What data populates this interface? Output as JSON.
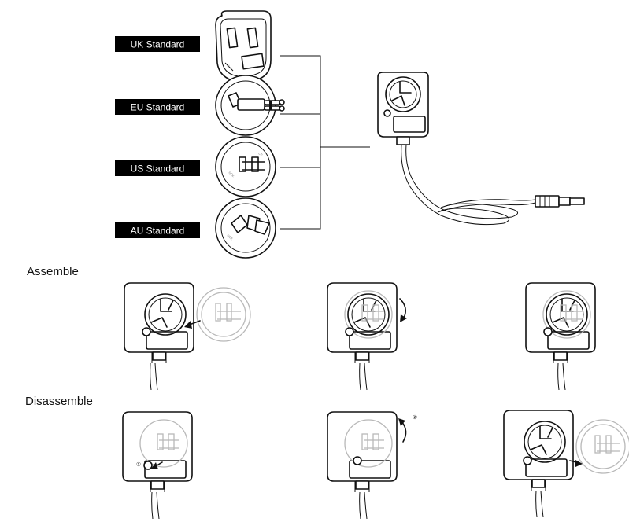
{
  "plugs": {
    "uk": {
      "label": "UK Standard",
      "accent": "#000000"
    },
    "eu": {
      "label": "EU Standard",
      "accent": "#000000"
    },
    "us": {
      "label": "US Standard",
      "accent": "#000000"
    },
    "au": {
      "label": "AU Standard",
      "accent": "#000000"
    }
  },
  "sections": {
    "assemble": {
      "title": "Assemble"
    },
    "disassemble": {
      "title": "Disassemble",
      "step1": "①",
      "step2": "②"
    }
  }
}
